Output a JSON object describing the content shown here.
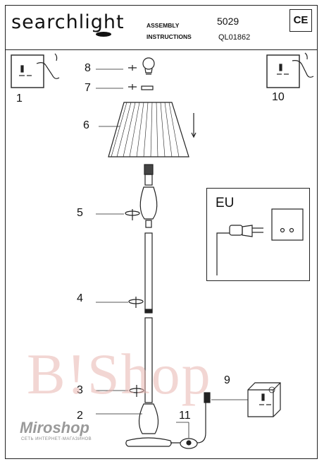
{
  "header": {
    "brand": "searchlight",
    "assembly_line1": "ASSEMBLY",
    "assembly_line2": "INSTRUCTIONS",
    "model": "5029",
    "code": "QL01862",
    "ce_mark": "CE"
  },
  "steps": {
    "s1": "1",
    "s2": "2",
    "s3": "3",
    "s4": "4",
    "s5": "5",
    "s6": "6",
    "s7": "7",
    "s8": "8",
    "s9": "9",
    "s10": "10",
    "s11": "11"
  },
  "eu_panel": {
    "label": "EU"
  },
  "watermarks": {
    "main": "B!Shop",
    "logo": "Miroshop",
    "logo_sub": "СЕТЬ ИНТЕРНЕТ-МАГАЗИНОВ"
  },
  "icons": [
    "wall-switch-icon",
    "hand-icon",
    "bulb-icon",
    "lampshade-icon",
    "plug-icon",
    "socket-icon",
    "foot-switch-icon"
  ],
  "colors": {
    "ink": "#111111",
    "watermark": "#e8b5b0",
    "logo": "#9a9a9a"
  }
}
